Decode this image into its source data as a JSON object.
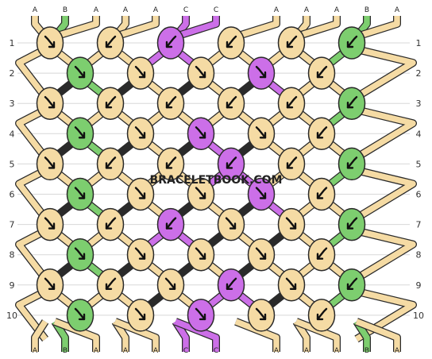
{
  "watermark": "BRACELETBOOK.COM",
  "colors": {
    "A": "#f5dba4",
    "B": "#7dce6f",
    "C": "#cc6fe8"
  },
  "strands_top": [
    "A",
    "B",
    "A",
    "A",
    "A",
    "C",
    "C",
    "A",
    "A",
    "A",
    "B",
    "A"
  ],
  "strands_bottom": [
    "A",
    "B",
    "A",
    "A",
    "A",
    "C",
    "C",
    "A",
    "A",
    "A",
    "B",
    "A"
  ],
  "row_labels": [
    "1",
    "2",
    "3",
    "4",
    "5",
    "6",
    "7",
    "8",
    "9",
    "10"
  ],
  "knots": {
    "odd_rows": [
      [
        {
          "c": "A",
          "k": "f"
        },
        {
          "c": "A",
          "k": "b"
        },
        {
          "c": "C",
          "k": "b"
        },
        {
          "c": "A",
          "k": "b"
        },
        {
          "c": "A",
          "k": "b"
        },
        {
          "c": "B",
          "k": "b"
        }
      ],
      [
        {
          "c": "A",
          "k": "f"
        },
        {
          "c": "A",
          "k": "b"
        },
        {
          "c": "A",
          "k": "b"
        },
        {
          "c": "A",
          "k": "b"
        },
        {
          "c": "A",
          "k": "b"
        },
        {
          "c": "B",
          "k": "b"
        }
      ],
      [
        {
          "c": "A",
          "k": "f"
        },
        {
          "c": "A",
          "k": "b"
        },
        {
          "c": "A",
          "k": "b"
        },
        {
          "c": "C",
          "k": "b"
        },
        {
          "c": "A",
          "k": "b"
        },
        {
          "c": "B",
          "k": "b"
        }
      ],
      [
        {
          "c": "A",
          "k": "f"
        },
        {
          "c": "A",
          "k": "b"
        },
        {
          "c": "C",
          "k": "b"
        },
        {
          "c": "A",
          "k": "f"
        },
        {
          "c": "A",
          "k": "f"
        },
        {
          "c": "B",
          "k": "b"
        }
      ],
      [
        {
          "c": "A",
          "k": "f"
        },
        {
          "c": "A",
          "k": "b"
        },
        {
          "c": "A",
          "k": "f"
        },
        {
          "c": "C",
          "k": "b"
        },
        {
          "c": "A",
          "k": "f"
        },
        {
          "c": "B",
          "k": "b"
        }
      ]
    ],
    "even_rows": [
      [
        {
          "c": "B",
          "k": "f"
        },
        {
          "c": "A",
          "k": "f"
        },
        {
          "c": "A",
          "k": "f"
        },
        {
          "c": "C",
          "k": "f"
        },
        {
          "c": "A",
          "k": "b"
        }
      ],
      [
        {
          "c": "B",
          "k": "f"
        },
        {
          "c": "A",
          "k": "f"
        },
        {
          "c": "C",
          "k": "f"
        },
        {
          "c": "A",
          "k": "f"
        },
        {
          "c": "A",
          "k": "b"
        }
      ],
      [
        {
          "c": "B",
          "k": "f"
        },
        {
          "c": "A",
          "k": "f"
        },
        {
          "c": "A",
          "k": "f"
        },
        {
          "c": "C",
          "k": "f"
        },
        {
          "c": "A",
          "k": "b"
        }
      ],
      [
        {
          "c": "B",
          "k": "f"
        },
        {
          "c": "A",
          "k": "f"
        },
        {
          "c": "A",
          "k": "f"
        },
        {
          "c": "A",
          "k": "f"
        },
        {
          "c": "A",
          "k": "b"
        }
      ],
      [
        {
          "c": "B",
          "k": "f"
        },
        {
          "c": "A",
          "k": "f"
        },
        {
          "c": "C",
          "k": "f"
        },
        {
          "c": "A",
          "k": "f"
        },
        {
          "c": "A",
          "k": "b"
        }
      ]
    ]
  }
}
